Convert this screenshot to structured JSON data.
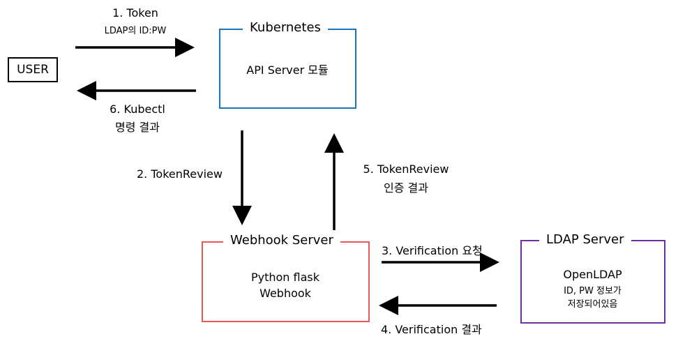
{
  "nodes": {
    "user": {
      "label": "USER"
    },
    "kubernetes": {
      "title": "Kubernetes",
      "body": "API Server 모듈",
      "color": "#1f73b7"
    },
    "webhook": {
      "title": "Webhook Server",
      "line1": "Python flask",
      "line2": "Webhook",
      "color": "#e85a5a"
    },
    "ldap": {
      "title": "LDAP Server",
      "line1": "OpenLDAP",
      "line2": "ID, PW 정보가",
      "line3": "저장되어있음",
      "color": "#7030a0"
    }
  },
  "edges": {
    "step1": {
      "label": "1. Token",
      "sublabel": "LDAP의 ID:PW"
    },
    "step2": {
      "label": "2. TokenReview"
    },
    "step3": {
      "label": "3. Verification 요청"
    },
    "step4": {
      "label": "4. Verification 결과"
    },
    "step5": {
      "label": "5. TokenReview",
      "sublabel": "인증 결과"
    },
    "step6": {
      "label": "6. Kubectl",
      "sublabel": "명령 결과"
    }
  }
}
